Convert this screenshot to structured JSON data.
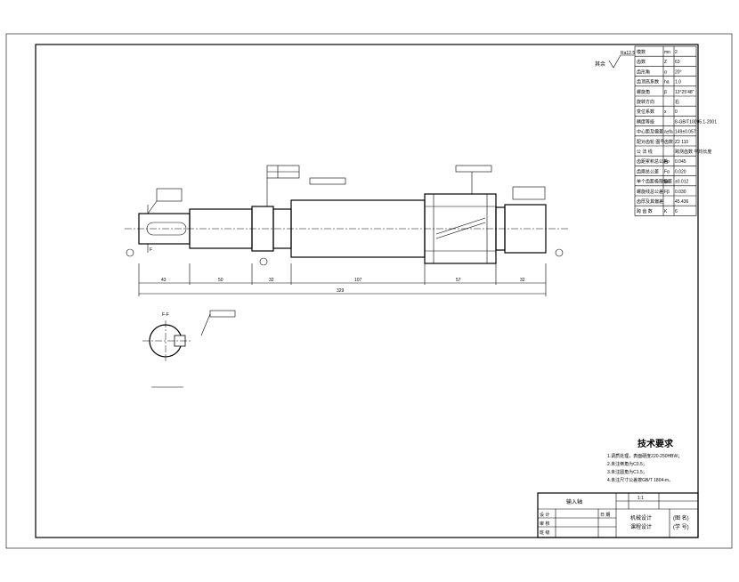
{
  "roughness_symbol": "其余",
  "roughness_value": "Ra12.5",
  "param_table": [
    {
      "name": "模数",
      "sym": "mn",
      "val": "2"
    },
    {
      "name": "齿数",
      "sym": "Z",
      "val": "63"
    },
    {
      "name": "齿形角",
      "sym": "α",
      "val": "20°"
    },
    {
      "name": "齿顶高系数",
      "sym": "ha",
      "val": "1.0"
    },
    {
      "name": "螺旋角",
      "sym": "β",
      "val": "13°25'48\""
    },
    {
      "name": "旋转方向",
      "sym": "",
      "val": "右"
    },
    {
      "name": "变位系数",
      "sym": "x",
      "val": "0"
    },
    {
      "name": "精度等级",
      "sym": "",
      "val": "8-GB/T10095.1-2001"
    },
    {
      "name": "中心距及偏差",
      "sym": "a±fa",
      "val": "149±0.057"
    },
    {
      "name": "配对齿轮 图号",
      "sym": "齿数",
      "val": "Z2 110"
    },
    {
      "name": "公 法 线",
      "sym": "",
      "val": "跨测齿数 平均长度"
    },
    {
      "name": "齿距累积总公差",
      "sym": "Fp",
      "val": "0.045"
    },
    {
      "name": "齿廓总公差",
      "sym": "Fα",
      "val": "0.020"
    },
    {
      "name": "单个齿距极限偏差",
      "sym": "fpt",
      "val": "±0.012"
    },
    {
      "name": "螺旋线总公差",
      "sym": "Fβ",
      "val": "0.030"
    },
    {
      "name": "齿厚及其偏差",
      "sym": "",
      "val": "45.436"
    },
    {
      "name": "跨 齿 数",
      "sym": "K",
      "val": "6"
    }
  ],
  "section_label": "F-F",
  "dims_bottom": [
    "43",
    "50",
    "32",
    "107",
    "57",
    "32"
  ],
  "dim_total": "329",
  "tech_req": {
    "title": "技术要求",
    "items": [
      "1.调质处理，表面硬度220-250HBW；",
      "2.未注倒角为C0.5；",
      "3.未注圆角为C1.5；",
      "4.未注尺寸公差按GB/T 1804-m。"
    ]
  },
  "title_block": {
    "part_name": "输入轴",
    "scale": "1:1",
    "design_label": "机械设计",
    "course_label": "课程设计",
    "rows": [
      "设 计",
      "审 核",
      "班 级"
    ],
    "date_label": "日 期",
    "drawing_no": "(图 名)",
    "school": "(学 号)"
  }
}
